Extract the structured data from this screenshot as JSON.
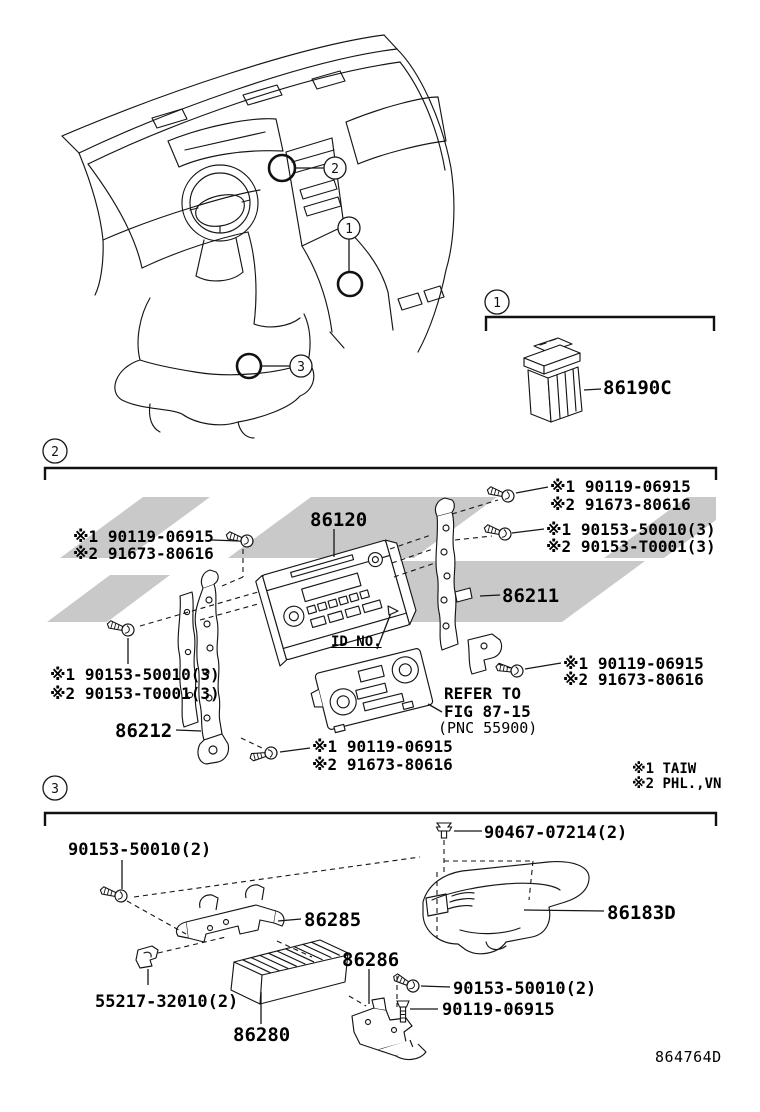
{
  "diagram_code": "864764D",
  "callouts": {
    "n1": "1",
    "n2": "2",
    "n3": "3"
  },
  "footnotes": {
    "f1": "※1 TAIW",
    "f2": "※2 PHL.,VN"
  },
  "section1": {
    "part_86190c": "86190C"
  },
  "section2": {
    "part_86120": "86120",
    "part_86211": "86211",
    "part_86212": "86212",
    "fasteners_a": {
      "l1": "※1 90119-06915",
      "l2": "※2 91673-80616"
    },
    "fasteners_b": {
      "l1": "※1 90153-50010(3)",
      "l2": "※2 90153-T0001(3)"
    },
    "refer": {
      "l1": "REFER TO",
      "l2": "FIG 87-15",
      "l3": "(PNC 55900)"
    },
    "id_no": "ID NO."
  },
  "section3": {
    "part_86285": "86285",
    "part_86286": "86286",
    "part_86280": "86280",
    "part_86183d": "86183D",
    "screw_90153": "90153-50010(2)",
    "clip_90467": "90467-07214(2)",
    "clamp_55217": "55217-32010(2)",
    "screw_90119": "90119-06915"
  }
}
